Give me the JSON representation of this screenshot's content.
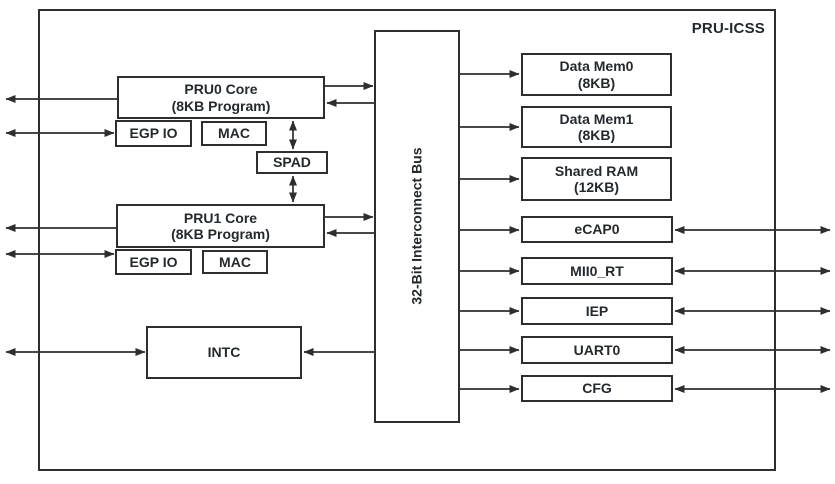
{
  "diagram": {
    "title": "PRU-ICSS",
    "bus_label": "32-Bit Interconnect Bus",
    "blocks": {
      "pru0": {
        "line1": "PRU0 Core",
        "line2": "(8KB Program)"
      },
      "egpio0": {
        "label": "EGP IO"
      },
      "mac0": {
        "label": "MAC"
      },
      "spad": {
        "label": "SPAD"
      },
      "pru1": {
        "line1": "PRU1 Core",
        "line2": "(8KB Program)"
      },
      "egpio1": {
        "label": "EGP IO"
      },
      "mac1": {
        "label": "MAC"
      },
      "intc": {
        "label": "INTC"
      },
      "data_mem0": {
        "line1": "Data Mem0",
        "line2": "(8KB)"
      },
      "data_mem1": {
        "line1": "Data Mem1",
        "line2": "(8KB)"
      },
      "shared_ram": {
        "line1": "Shared RAM",
        "line2": "(12KB)"
      },
      "ecap0": {
        "label": "eCAP0"
      },
      "mii0_rt": {
        "label": "MII0_RT"
      },
      "iep": {
        "label": "IEP"
      },
      "uart0": {
        "label": "UART0"
      },
      "cfg": {
        "label": "CFG"
      }
    },
    "colors": {
      "line": "#2e2e2e",
      "text": "#24292e",
      "background": "#ffffff",
      "block_fill": "#ffffff"
    }
  }
}
